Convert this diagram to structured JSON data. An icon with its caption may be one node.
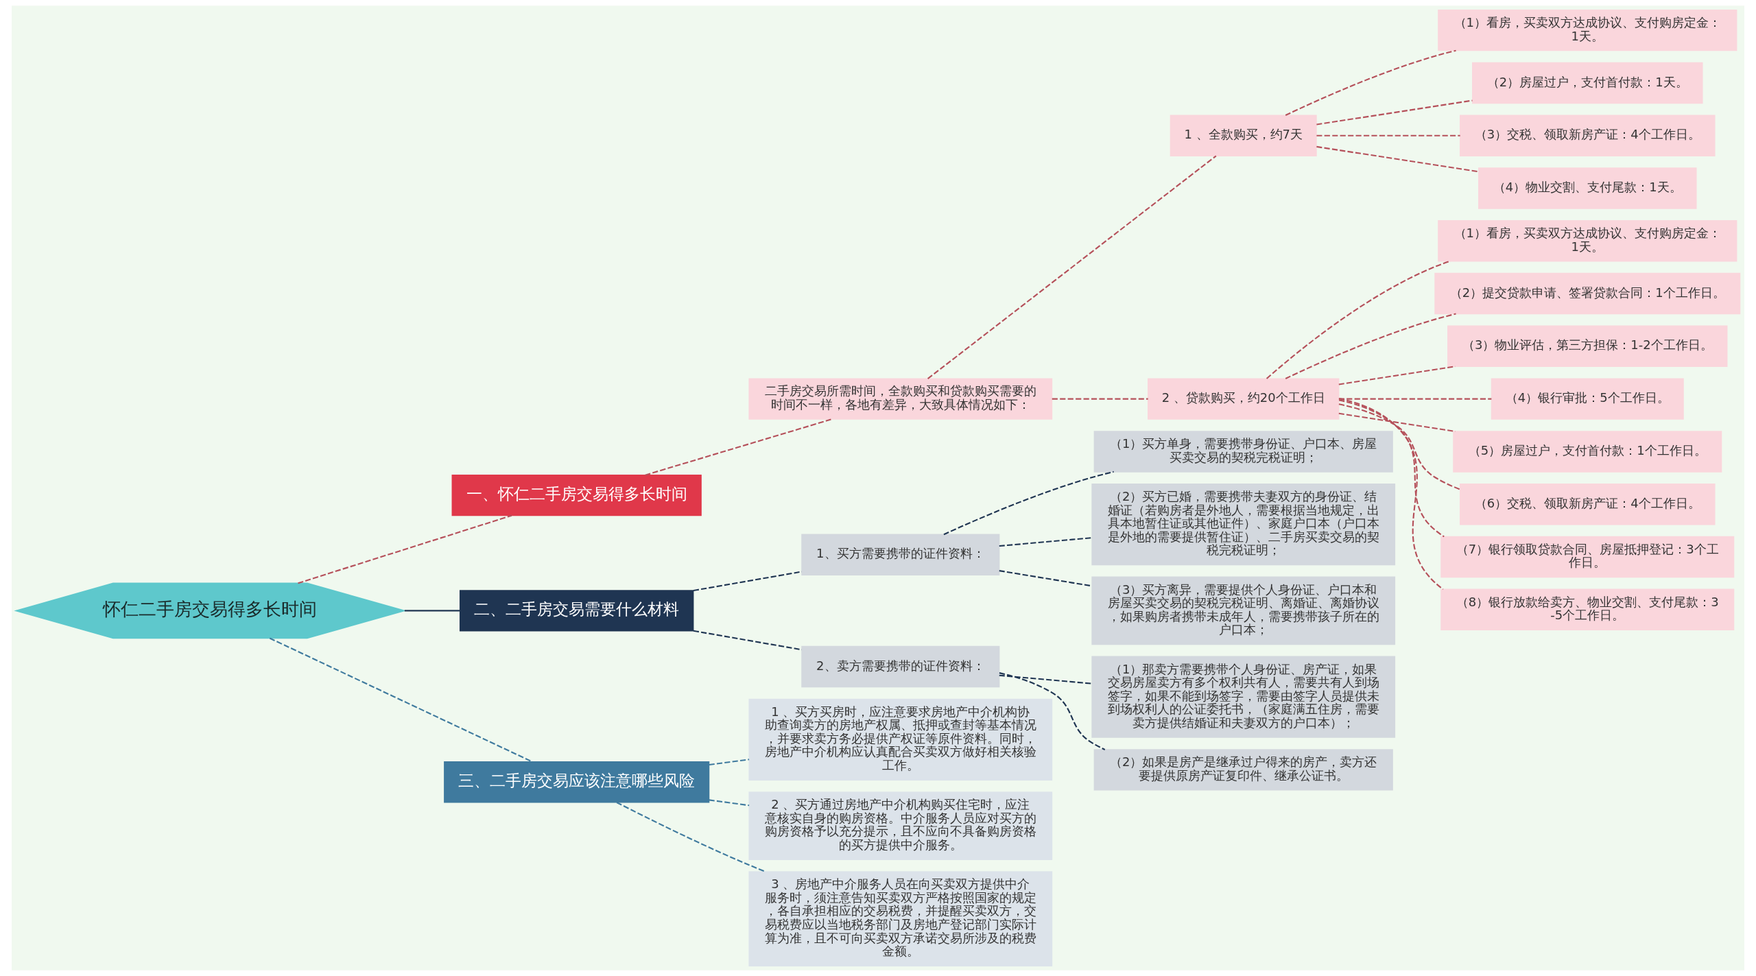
{
  "diagram": {
    "nodes": [
      {
        "text": [
          "怀仁二手房交易得多长时间"
        ]
      },
      {
        "text": [
          "一、怀仁二手房交易得多长时间"
        ]
      },
      {
        "text": [
          "二手房交易所需时间，全款购买和贷款购买需要的时间不一样，各地有差异，大致具体情况如下："
        ]
      },
      {
        "text": [
          "1 、全款购买，约7天"
        ]
      },
      {
        "text": [
          "（1）看房，买卖双方达成协议、支付购房定金：1天。"
        ]
      },
      {
        "text": [
          "（2）房屋过户，支付首付款：1天。"
        ]
      },
      {
        "text": [
          "（3）交税、领取新房产证：4个工作日。"
        ]
      },
      {
        "text": [
          "（4）物业交割、支付尾款：1天。"
        ]
      },
      {
        "text": [
          "2 、贷款购买，约20个工作日"
        ]
      },
      {
        "text": [
          "（1）看房，买卖双方达成协议、支付购房定金：1天。"
        ]
      },
      {
        "text": [
          "（2）提交贷款申请、签署贷款合同：1个工作日。"
        ]
      },
      {
        "text": [
          "（3）物业评估，第三方担保：1-2个工作日。"
        ]
      },
      {
        "text": [
          "（4）银行审批：5个工作日。"
        ]
      },
      {
        "text": [
          "（5）房屋过户，支付首付款：1个工作日。"
        ]
      },
      {
        "text": [
          "（6）交税、领取新房产证：4个工作日。"
        ]
      },
      {
        "text": [
          "（7）银行领取贷款合同、房屋抵押登记：3个工作日。"
        ]
      },
      {
        "text": [
          "（8）银行放款给卖方、物业交割、支付尾款：3-5个工作日。"
        ]
      },
      {
        "text": [
          "二、二手房交易需要什么材料"
        ]
      },
      {
        "text": [
          "1、买方需要携带的证件资料："
        ]
      },
      {
        "text": [
          "（1）买方单身，需要携带身份证、户口本、房屋买卖交易的契税完税证明；"
        ]
      },
      {
        "text": [
          "（2）买方已婚，需要携带夫妻双方的身份证、结婚证（若购房者是外地人，需要根据当地规定，出具本地暂住证或其他证件）、家庭户口本（户口本是外地的需要提供暂住证）、二手房买卖交易的契税完税证明；"
        ]
      },
      {
        "text": [
          "（3）买方离异，需要提供个人身份证、户口本和房屋买卖交易的契税完税证明、离婚证、离婚协议，如果购房者携带未成年人，需要携带孩子所在的户口本；"
        ]
      },
      {
        "text": [
          "2、卖方需要携带的证件资料："
        ]
      },
      {
        "text": [
          "（1）那卖方需要携带个人身份证、房产证，如果交易房屋卖方有多个权利共有人，需要共有人到场签字，如果不能到场签字，需要由签字人员提供未到场权利人的公证委托书，（家庭满五住房，需要卖方提供结婚证和夫妻双方的户口本）；"
        ]
      },
      {
        "text": [
          "（2）如果是房产是继承过户得来的房产，卖方还要提供原房产证复印件、继承公证书。"
        ]
      },
      {
        "text": [
          "三、二手房交易应该注意哪些风险"
        ]
      },
      {
        "text": [
          "1 、买方买房时，应注意要求房地产中介机构协助查询卖方的房地产权属、抵押或查封等基本情况，并要求卖方务必提供产权证等原件资料。同时，房地产中介机构应认真配合买卖双方做好相关核验工作。"
        ]
      },
      {
        "text": [
          "2 、买方通过房地产中介机构购买住宅时，应注意核实自身的购房资格。中介服务人员应对买方的购房资格予以充分提示，且不应向不具备购房资格的买方提供中介服务。"
        ]
      },
      {
        "text": [
          "3 、房地产中介服务人员在向买卖双方提供中介服务时，须注意告知买卖双方严格按照国家的规定，各自承担相应的交易税费，并提醒买卖双方，交易税费应以当地税务部门及房地产登记部门实际计算为准，且不可向买卖双方承诺交易所涉及的税费金额。"
        ]
      }
    ],
    "edges": [
      {
        "from": 0,
        "to": 1,
        "arrow": "none",
        "style": "dashed"
      },
      {
        "from": 1,
        "to": 2,
        "arrow": "none",
        "style": "dashed"
      },
      {
        "from": 2,
        "to": 3,
        "arrow": "none",
        "style": "dashed"
      },
      {
        "from": 3,
        "to": 4,
        "arrow": "none",
        "style": "dashed"
      },
      {
        "from": 3,
        "to": 5,
        "arrow": "none",
        "style": "dashed"
      },
      {
        "from": 3,
        "to": 6,
        "arrow": "none",
        "style": "dashed"
      },
      {
        "from": 3,
        "to": 7,
        "arrow": "none",
        "style": "dashed"
      },
      {
        "from": 2,
        "to": 8,
        "arrow": "none",
        "style": "dashed"
      },
      {
        "from": 8,
        "to": 9,
        "arrow": "none",
        "style": "dashed"
      },
      {
        "from": 8,
        "to": 10,
        "arrow": "none",
        "style": "dashed"
      },
      {
        "from": 8,
        "to": 11,
        "arrow": "none",
        "style": "dashed"
      },
      {
        "from": 8,
        "to": 12,
        "arrow": "none",
        "style": "dashed"
      },
      {
        "from": 8,
        "to": 13,
        "arrow": "none",
        "style": "dashed"
      },
      {
        "from": 8,
        "to": 14,
        "arrow": "none",
        "style": "dashed"
      },
      {
        "from": 8,
        "to": 15,
        "arrow": "none",
        "style": "dashed"
      },
      {
        "from": 8,
        "to": 16,
        "arrow": "none",
        "style": "dashed"
      },
      {
        "from": 0,
        "to": 17,
        "arrow": "none",
        "color": "#1f3552"
      },
      {
        "from": 17,
        "to": 18,
        "arrow": "none",
        "style": "dashed",
        "color": "#1f3552"
      },
      {
        "from": 18,
        "to": 19,
        "arrow": "none",
        "style": "dashed",
        "color": "#1f3552"
      },
      {
        "from": 18,
        "to": 20,
        "arrow": "none",
        "style": "dashed",
        "color": "#1f3552"
      },
      {
        "from": 18,
        "to": 21,
        "arrow": "none",
        "style": "dashed",
        "color": "#1f3552"
      },
      {
        "from": 17,
        "to": 22,
        "arrow": "none",
        "style": "dashed",
        "color": "#1f3552"
      },
      {
        "from": 22,
        "to": 23,
        "arrow": "none",
        "style": "dashed",
        "color": "#1f3552"
      },
      {
        "from": 22,
        "to": 24,
        "arrow": "none",
        "style": "dashed",
        "color": "#1f3552"
      },
      {
        "from": 0,
        "to": 25,
        "arrow": "none",
        "style": "dashed",
        "color": "#3f7a9e"
      },
      {
        "from": 25,
        "to": 26,
        "arrow": "none",
        "style": "dashed",
        "color": "#3f7a9e"
      },
      {
        "from": 25,
        "to": 27,
        "arrow": "none",
        "style": "dashed",
        "color": "#3f7a9e"
      },
      {
        "from": 25,
        "to": 28,
        "arrow": "none",
        "style": "dashed",
        "color": "#3f7a9e"
      }
    ]
  }
}
